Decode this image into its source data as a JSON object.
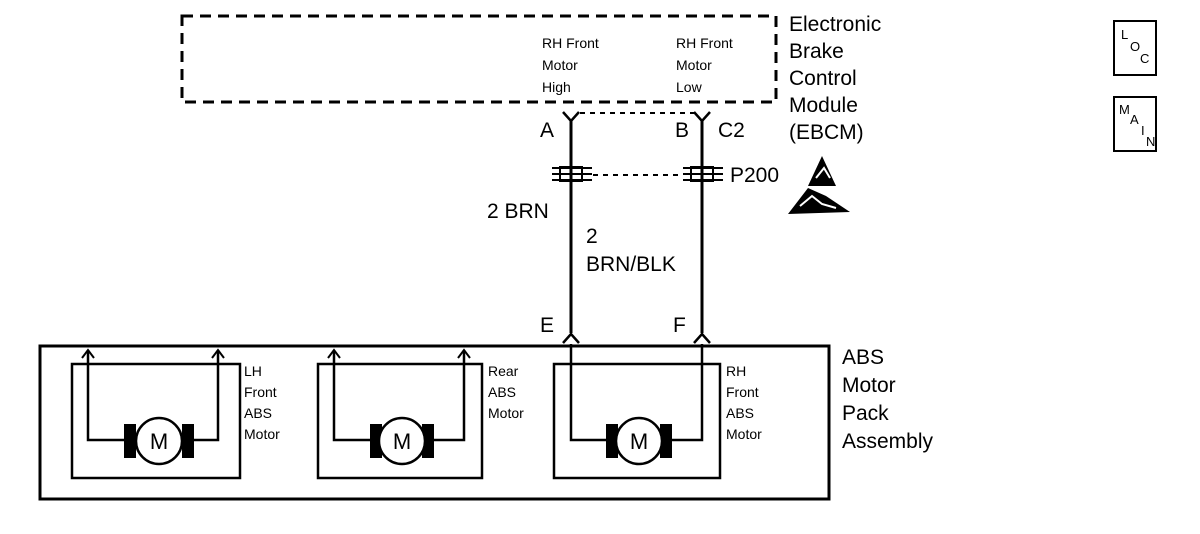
{
  "module": {
    "name": [
      "Electronic",
      "Brake",
      "Control",
      "Module",
      "(EBCM)"
    ],
    "pin_a_desc": [
      "RH Front",
      "Motor",
      "High"
    ],
    "pin_b_desc": [
      "RH Front",
      "Motor",
      "Low"
    ],
    "pin_a": "A",
    "pin_b": "B",
    "connector": "C2"
  },
  "splice": {
    "label": "P200"
  },
  "wires": {
    "left": "2 BRN",
    "right_gauge": "2",
    "right_color": "BRN/BLK"
  },
  "assembly": {
    "pin_e": "E",
    "pin_f": "F",
    "name": [
      "ABS",
      "Motor",
      "Pack",
      "Assembly"
    ],
    "motors": [
      {
        "label": [
          "LH",
          "Front",
          "ABS",
          "Motor"
        ],
        "symbol": "M"
      },
      {
        "label": [
          "Rear",
          "ABS",
          "Motor"
        ],
        "symbol": "M"
      },
      {
        "label": [
          "RH",
          "Front",
          "ABS",
          "Motor"
        ],
        "symbol": "M"
      }
    ]
  },
  "icons": {
    "esd": "esd-warning-icon"
  },
  "buttons": {
    "loc": {
      "l": "L",
      "o": "O",
      "c": "C"
    },
    "main": {
      "m": "M",
      "a": "A",
      "i": "I",
      "n": "N"
    }
  }
}
